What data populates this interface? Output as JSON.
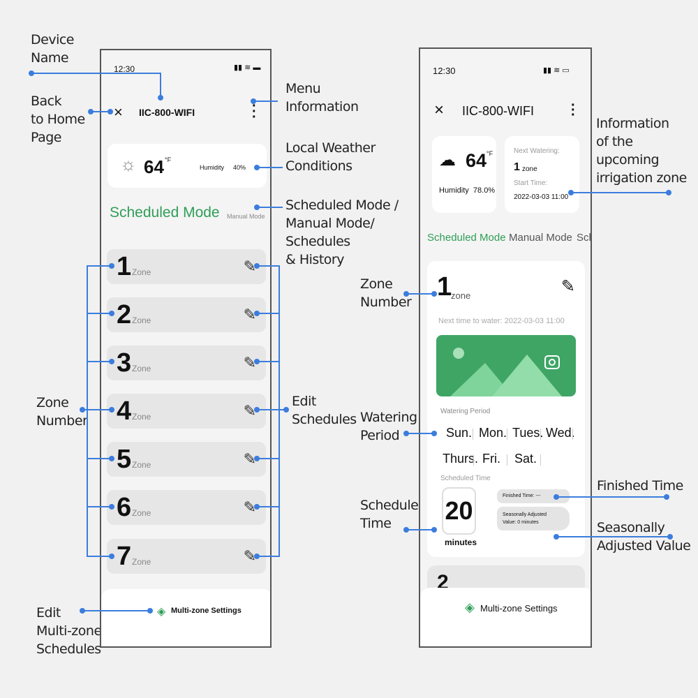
{
  "annotations": {
    "device_name": "Device\nName",
    "back_home": "Back\nto Home\nPage",
    "menu_info": "Menu\nInformation",
    "local_weather": "Local Weather\nConditions",
    "modes": "Scheduled Mode /\nManual Mode/\nSchedules\n& History",
    "zone_number_left": "Zone\nNumber",
    "edit_schedules": "Edit\nSchedules",
    "edit_multizone": "Edit\nMulti-zone\nSchedules",
    "upcoming_info": "Information\nof the\nupcoming\nirrigation zone",
    "zone_number_right": "Zone\nNumber",
    "watering_period": "Watering\nPeriod",
    "scheduled_time": "Scheduled\nTime",
    "finished_time": "Finished Time",
    "seasonal": "Seasonally\nAdjusted Value"
  },
  "colors": {
    "accent_green": "#2f9e57",
    "annotation_blue": "#3b7ddd"
  },
  "left_phone": {
    "status_time": "12:30",
    "device_title": "IIC-800-WIFI",
    "close_icon": "×",
    "weather": {
      "icon": "sun-icon",
      "temp": "64",
      "unit": "°F",
      "humidity_label": "Humidity",
      "humidity_value": "40%"
    },
    "active_mode": "Scheduled Mode",
    "other_mode": "Manual Mode",
    "zones": [
      {
        "num": "1",
        "label": "Zone"
      },
      {
        "num": "2",
        "label": "Zone"
      },
      {
        "num": "3",
        "label": "Zone"
      },
      {
        "num": "4",
        "label": "Zone"
      },
      {
        "num": "5",
        "label": "Zone"
      },
      {
        "num": "6",
        "label": "Zone"
      },
      {
        "num": "7",
        "label": "Zone"
      }
    ],
    "multizone": "Multi-zone Settings"
  },
  "right_phone": {
    "status_time": "12:30",
    "device_title": "IIC-800-WIFI",
    "close_icon": "×",
    "weather": {
      "icon": "cloud-icon",
      "temp": "64",
      "unit": "°F",
      "humidity": "Humidity  78.0%"
    },
    "next": {
      "label": "Next Watering:",
      "zone_num": "1",
      "zone_word": "zone",
      "start_label": "Start Time:",
      "start_value": "2022-03-03 11:00"
    },
    "tabs": [
      "Scheduled Mode",
      "Manual Mode",
      "Sch"
    ],
    "zone": {
      "num": "1",
      "word": "zone",
      "next_time": "Next time to water: 2022-03-03 11:00",
      "watering_period_label": "Watering Period",
      "days": [
        "Sun.",
        "Mon.",
        "Tues.",
        "Wed.",
        "Thurs.",
        "Fri.",
        "Sat."
      ],
      "scheduled_time_label": "Scheduled Time",
      "minutes_value": "20",
      "minutes_unit": "minutes",
      "finished": "Finished Time: ---",
      "seasonal": "Seasonally Adjusted\nValue: 0 minutes"
    },
    "next_zone_num": "2",
    "multizone": "Multi-zone Settings"
  }
}
